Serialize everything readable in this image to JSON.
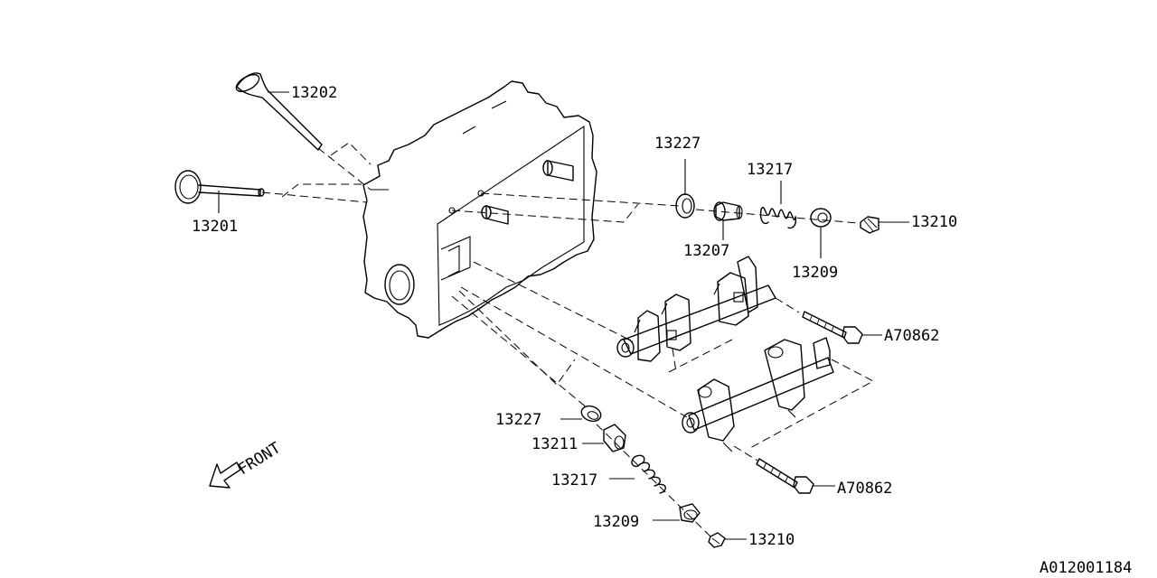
{
  "labels": {
    "exhaust_valve": "13202",
    "intake_valve": "13201",
    "seat_top": "13227",
    "spring_top": "13217",
    "retainer_top": "13207",
    "adjuster_nut_top": "13210",
    "washer_top": "13209",
    "bolt_upper": "A70862",
    "bolt_lower": "A70862",
    "seat_bottom": "13227",
    "retainer_bottom": "13211",
    "spring_bottom": "13217",
    "washer_bottom": "13209",
    "adjuster_nut_bottom": "13210"
  },
  "front_marker": "FRONT",
  "diagram_code": "A012001184"
}
